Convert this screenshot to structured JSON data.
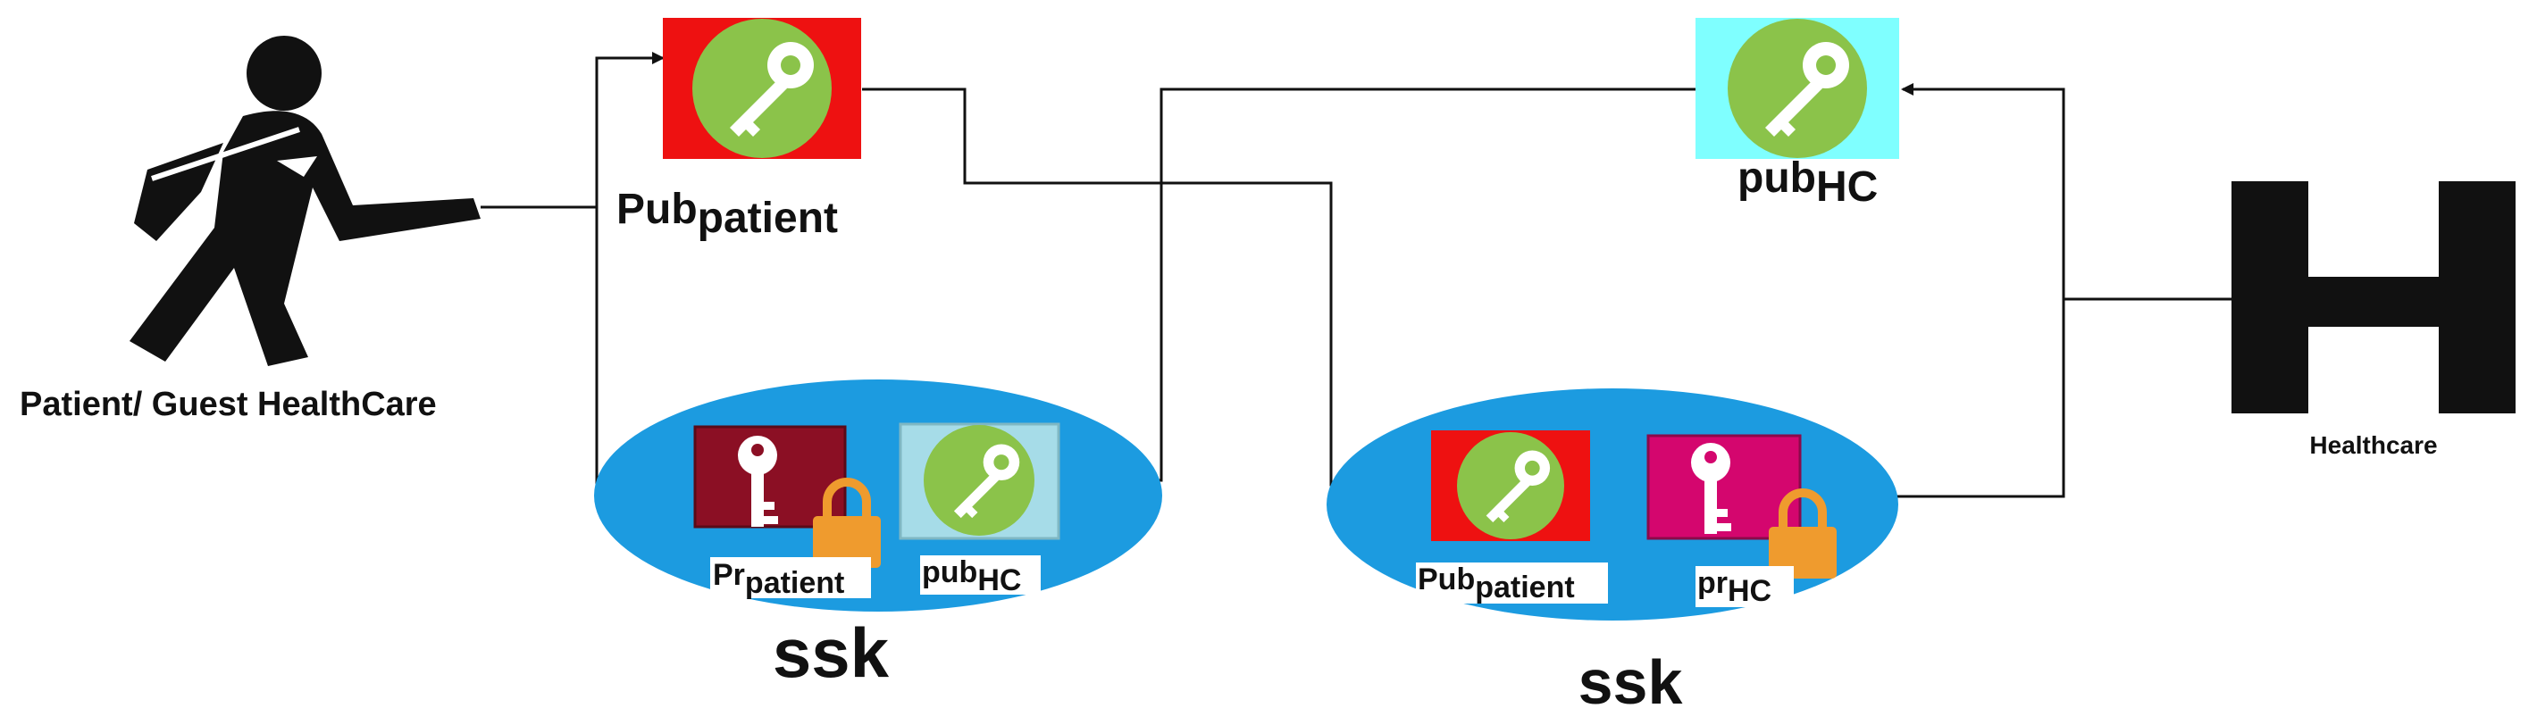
{
  "patient": {
    "caption": "Patient/ Guest HealthCare"
  },
  "healthcare": {
    "letter": "H",
    "caption": "Healthcare"
  },
  "pub_patient": {
    "base": "Pub",
    "sub": "patient"
  },
  "pub_hc": {
    "base": "pub",
    "sub": "HC"
  },
  "ssk_left": {
    "title": "ssk",
    "private_key": {
      "base": "Pr",
      "sub": "patient"
    },
    "public_key": {
      "base": "pub",
      "sub": "HC"
    }
  },
  "ssk_right": {
    "title": "ssk",
    "public_key": {
      "base": "Pub",
      "sub": "patient"
    },
    "private_key": {
      "base": "pr",
      "sub": "HC"
    }
  },
  "colors": {
    "ellipse": "#1c9be0",
    "key_green": "#8bc34a",
    "red_bg": "#ee1111",
    "cyan_bg": "#7fffff",
    "dark_red": "#8b0f24",
    "magenta": "#d4066e",
    "lock": "#ef9b2e"
  },
  "icons": [
    "walking-patient-icon",
    "hospital-h-icon",
    "key-icon",
    "lock-icon"
  ]
}
